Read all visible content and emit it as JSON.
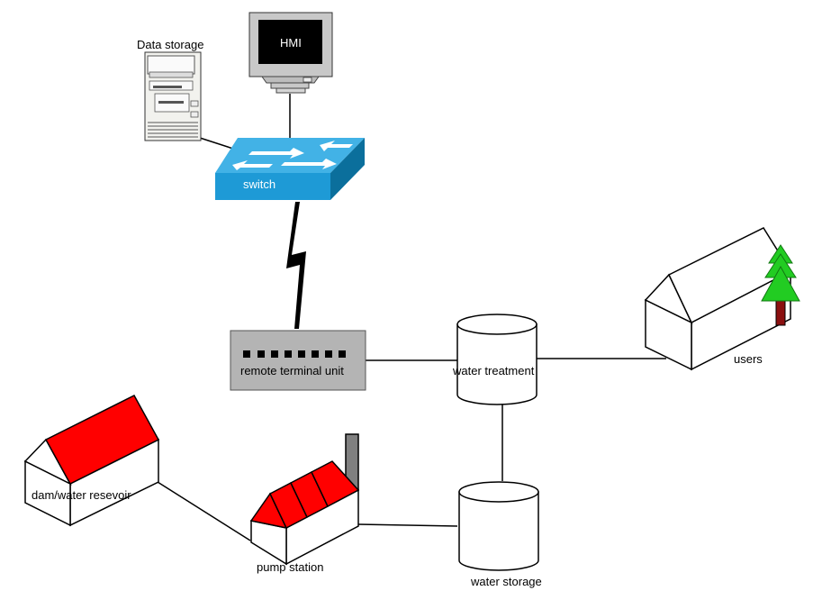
{
  "labels": {
    "data_storage": "Data storage",
    "hmi": "HMI",
    "switch": "switch",
    "rtu": "remote terminal unit",
    "water_treatment": "water treatment",
    "users": "users",
    "dam": "dam/water resevoir",
    "pump_station": "pump station",
    "water_storage": "water storage"
  },
  "colors": {
    "switch_blue": "#1e9ad6",
    "roof_red": "#ff0000",
    "tree_green": "#22cc22",
    "rtu_gray": "#b4b4b4"
  }
}
